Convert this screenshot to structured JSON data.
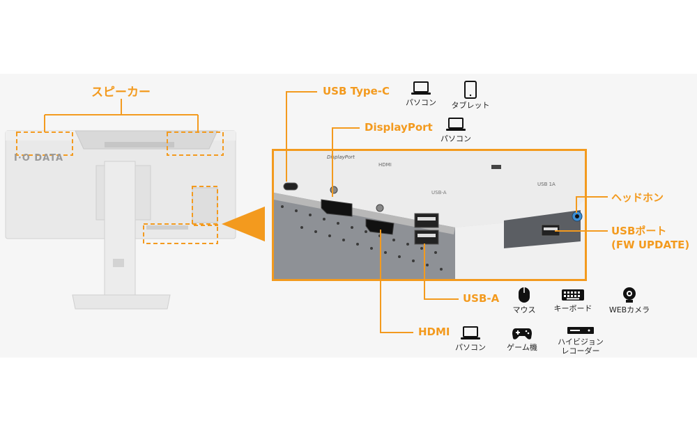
{
  "brand": "I·O DATA",
  "colors": {
    "accent": "#f39a1e",
    "band": "#f6f6f6",
    "monitor": "#e9e9e9"
  },
  "labels": {
    "speaker": "スピーカー",
    "usb_type_c": "USB Type-C",
    "displayport": "DisplayPort",
    "headphone": "ヘッドホン",
    "usb_port_line1": "USBポート",
    "usb_port_line2": "(FW UPDATE)",
    "usb_a": "USB-A",
    "hdmi": "HDMI"
  },
  "port_labels": {
    "displayport": "DisplayPort",
    "hdmi": "HDMI",
    "usb_a": "USB-A",
    "usb_1a": "USB 1A"
  },
  "devices": {
    "usb_type_c": [
      {
        "icon": "laptop-icon",
        "label": "パソコン"
      },
      {
        "icon": "tablet-icon",
        "label": "タブレット"
      }
    ],
    "displayport": [
      {
        "icon": "laptop-icon",
        "label": "パソコン"
      }
    ],
    "usb_a": [
      {
        "icon": "mouse-icon",
        "label": "マウス"
      },
      {
        "icon": "keyboard-icon",
        "label": "キーボード"
      },
      {
        "icon": "webcam-icon",
        "label": "WEBカメラ"
      }
    ],
    "hdmi": [
      {
        "icon": "laptop-icon",
        "label": "パソコン"
      },
      {
        "icon": "gamepad-icon",
        "label": "ゲーム機"
      },
      {
        "icon": "recorder-icon",
        "label_line1": "ハイビジョン",
        "label_line2": "レコーダー"
      }
    ]
  }
}
